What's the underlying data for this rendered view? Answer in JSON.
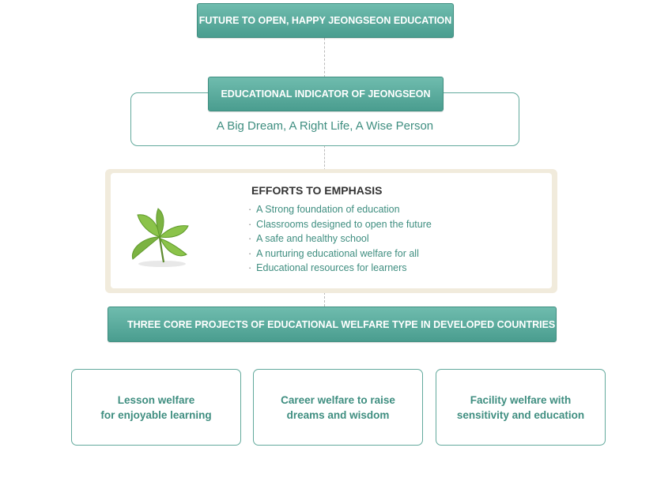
{
  "top_banner": "FUTURE TO OPEN, HAPPY JEONGSEON EDUCATION",
  "indicator": {
    "title": "EDUCATIONAL INDICATOR OF JEONGSEON",
    "motto": "A Big Dream, A Right Life, A Wise Person"
  },
  "efforts": {
    "title": "EFFORTS TO EMPHASIS",
    "items": [
      "A Strong foundation of education",
      "Classrooms designed to open the future",
      "A safe and healthy school",
      "A nurturing educational welfare for all",
      "Educational resources for learners"
    ],
    "bullet": "·",
    "icon": "leaf-icon"
  },
  "core_projects": "THREE CORE PROJECTS OF EDUCATIONAL WELFARE TYPE IN DEVELOPED COUNTRIES",
  "cards": [
    {
      "line1": "Lesson welfare",
      "line2": "for enjoyable learning"
    },
    {
      "line1": "Career welfare to raise",
      "line2": "dreams and wisdom"
    },
    {
      "line1": "Facility welfare with",
      "line2": "sensitivity and education"
    }
  ],
  "colors": {
    "teal": "#4a9d8f",
    "teal_text": "#3f8e80",
    "beige_frame": "#f1ebdc",
    "leaf": "#7cb342"
  }
}
